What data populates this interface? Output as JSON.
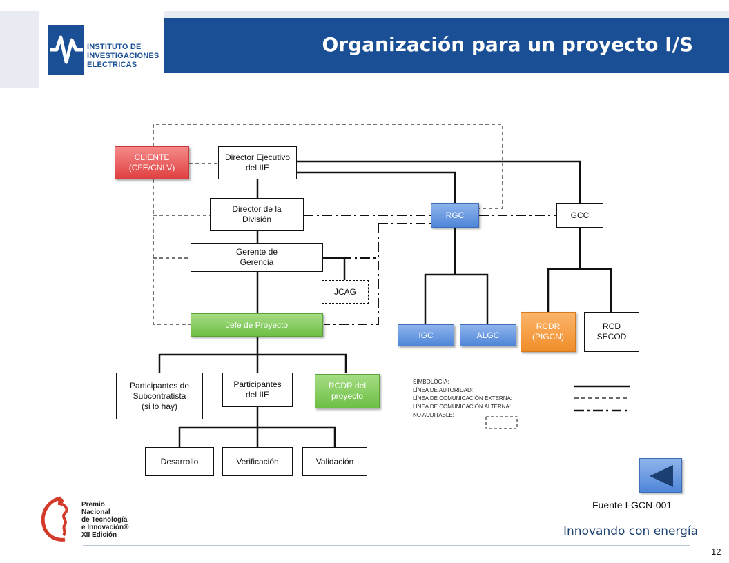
{
  "header": {
    "title": "Organización para un proyecto I/S",
    "logo_lines": [
      "INSTITUTO DE",
      "INVESTIGACIONES",
      "ELECTRICAS"
    ],
    "band_color": "#1b4f95"
  },
  "org": {
    "cliente": [
      "CLIENTE",
      "(CFE/CNLV)"
    ],
    "director_ejecutivo": [
      "Director Ejecutivo",
      "del IIE"
    ],
    "director_division": [
      "Director de la",
      "División"
    ],
    "gerente": [
      "Gerente de",
      "Gerencia"
    ],
    "jcag": "JCAG",
    "jefe_proyecto": "Jefe de Proyecto",
    "rgc": "RGC",
    "gcc": "GCC",
    "igc": "IGC",
    "algc": "ALGC",
    "rcdr_pigcn": [
      "RCDR",
      "(PIGCN)"
    ],
    "rcd_secod": [
      "RCD",
      "SECOD"
    ],
    "participantes_sub": [
      "Participantes de",
      "Subcontratista",
      "(si lo hay)"
    ],
    "participantes_iie": [
      "Participantes",
      "del IIE"
    ],
    "rcdr_proyecto": [
      "RCDR del",
      "proyecto"
    ],
    "desarrollo": "Desarrollo",
    "verificacion": "Verificación",
    "validacion": "Validación"
  },
  "legend": {
    "title": "SIMBOLOGÍA:",
    "autoridad": "LÍNEA DE AUTORIDAD:",
    "externa": "LÍNEA DE COMUNICACIÓN EXTERNA:",
    "alterna": "LÍNEA DE COMUNICACIÓN ALTERNA:",
    "no_auditable": "NO AUDITABLE:"
  },
  "colors": {
    "cliente": "#e04040",
    "rgc": "#4f86d8",
    "jefe": "#6dbf45",
    "rcdr": "#f08d2a"
  },
  "back_button_icon": "left-triangle-icon",
  "source": "Fuente I-GCN-001",
  "footer": {
    "award_lines": [
      "Premio",
      "Nacional",
      "de Tecnología",
      "e Innovación®",
      "XII Edición"
    ],
    "slogan": "Innovando con energía",
    "page_number": "12"
  }
}
